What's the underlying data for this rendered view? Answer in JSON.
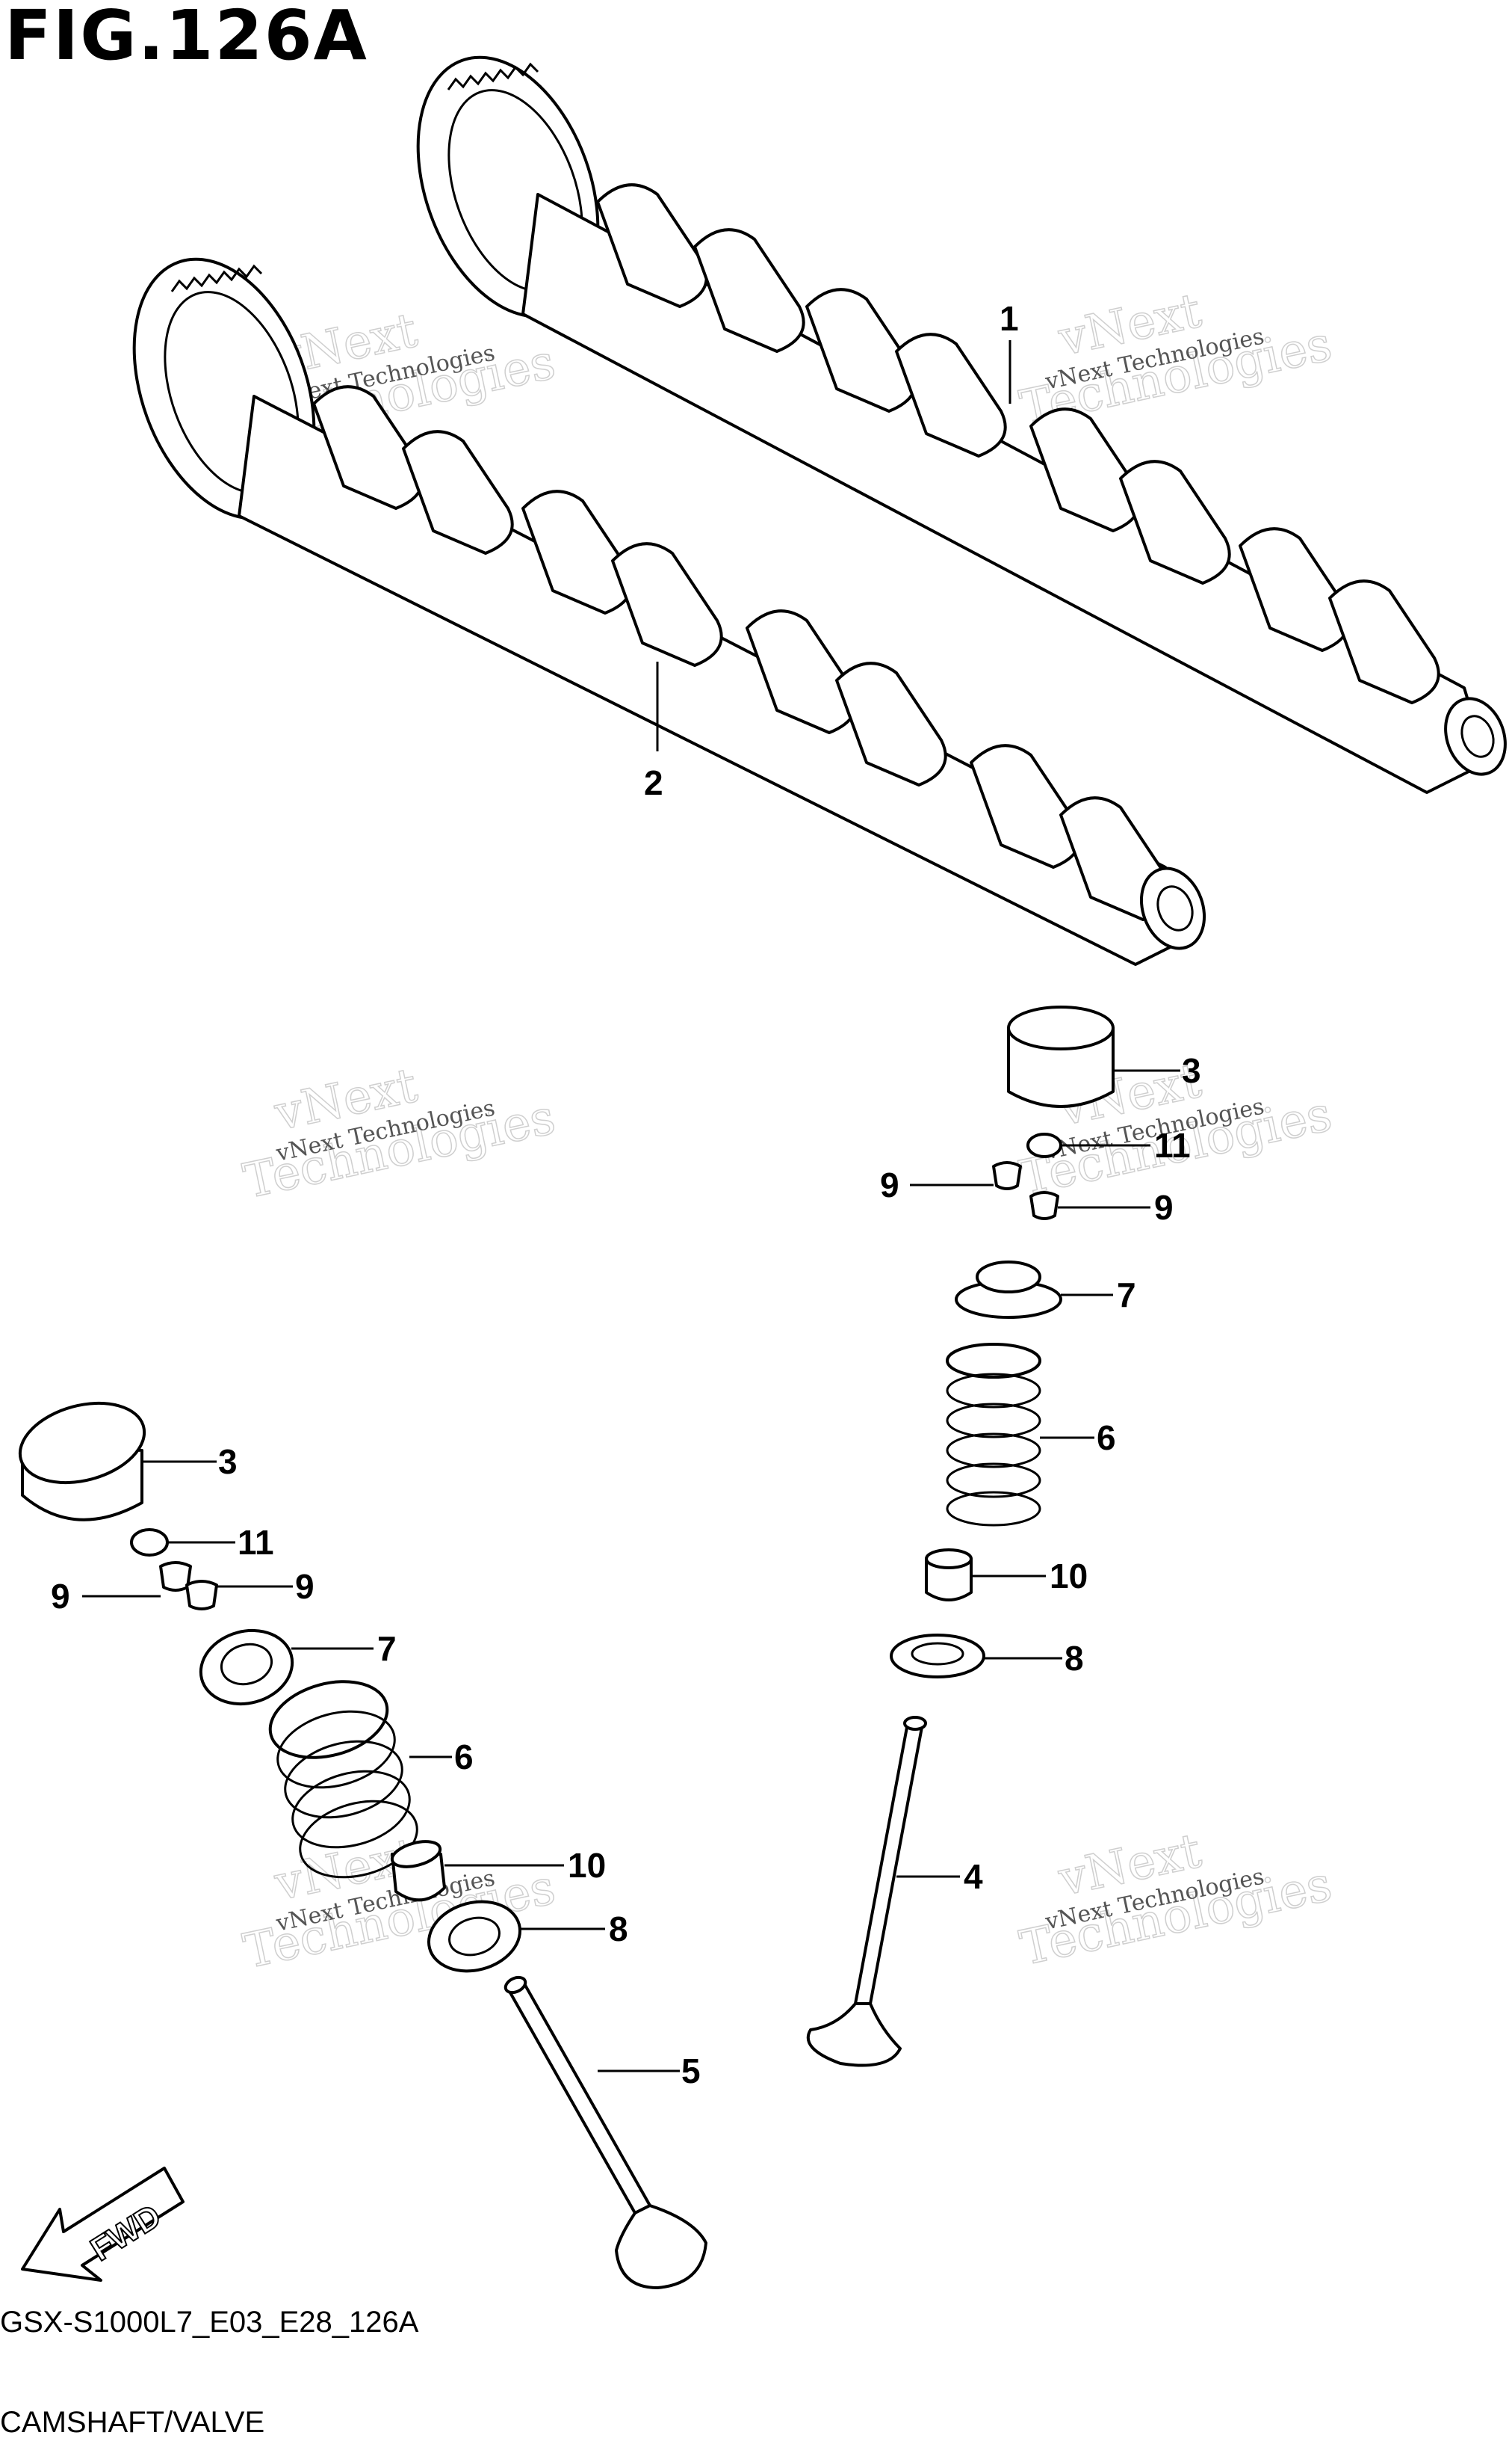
{
  "figure": {
    "title": "FIG.126A",
    "code": "GSX-S1000L7_E03_E28_126A",
    "name": "CAMSHAFT/VALVE",
    "fwd_label": "FWD"
  },
  "watermark": {
    "line1": "vNext",
    "line2": "Technologies",
    "small": "vNext Technologies"
  },
  "callouts": {
    "c1": "1",
    "c2": "2",
    "c3a": "3",
    "c3b": "3",
    "c4": "4",
    "c5": "5",
    "c6a": "6",
    "c6b": "6",
    "c7a": "7",
    "c7b": "7",
    "c8a": "8",
    "c8b": "8",
    "c9a": "9",
    "c9b": "9",
    "c9c": "9",
    "c9d": "9",
    "c10a": "10",
    "c10b": "10",
    "c11a": "11",
    "c11b": "11"
  }
}
